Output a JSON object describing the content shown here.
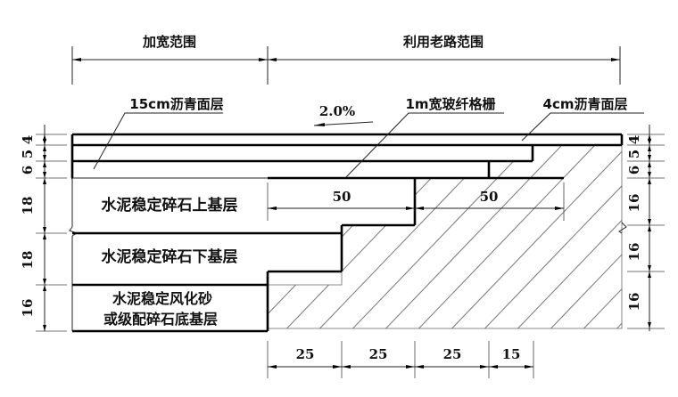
{
  "title": "道路加宽拼接结构示意图",
  "ranges": {
    "widening": "加宽范围",
    "old_road": "利用老路范围"
  },
  "labels": {
    "surface_15cm": "15cm沥青面层",
    "slope": "2.0%",
    "geogrid": "1m宽玻纤格栅",
    "surface_4cm": "4cm沥青面层",
    "upper_base": "水泥稳定碎石上基层",
    "lower_base": "水泥稳定碎石下基层",
    "subbase_line1": "水泥稳定风化砂",
    "subbase_line2": "或级配碎石底基层"
  },
  "left_dims": [
    "4",
    "5",
    "6",
    "18",
    "18",
    "16"
  ],
  "right_dims": [
    "4",
    "5",
    "6",
    "16",
    "16",
    "16"
  ],
  "mid_dims": [
    "50",
    "50"
  ],
  "bottom_dims": [
    "25",
    "25",
    "25",
    "15"
  ],
  "colors": {
    "line": "#000000",
    "hatch": "#777777",
    "background": "#ffffff"
  }
}
